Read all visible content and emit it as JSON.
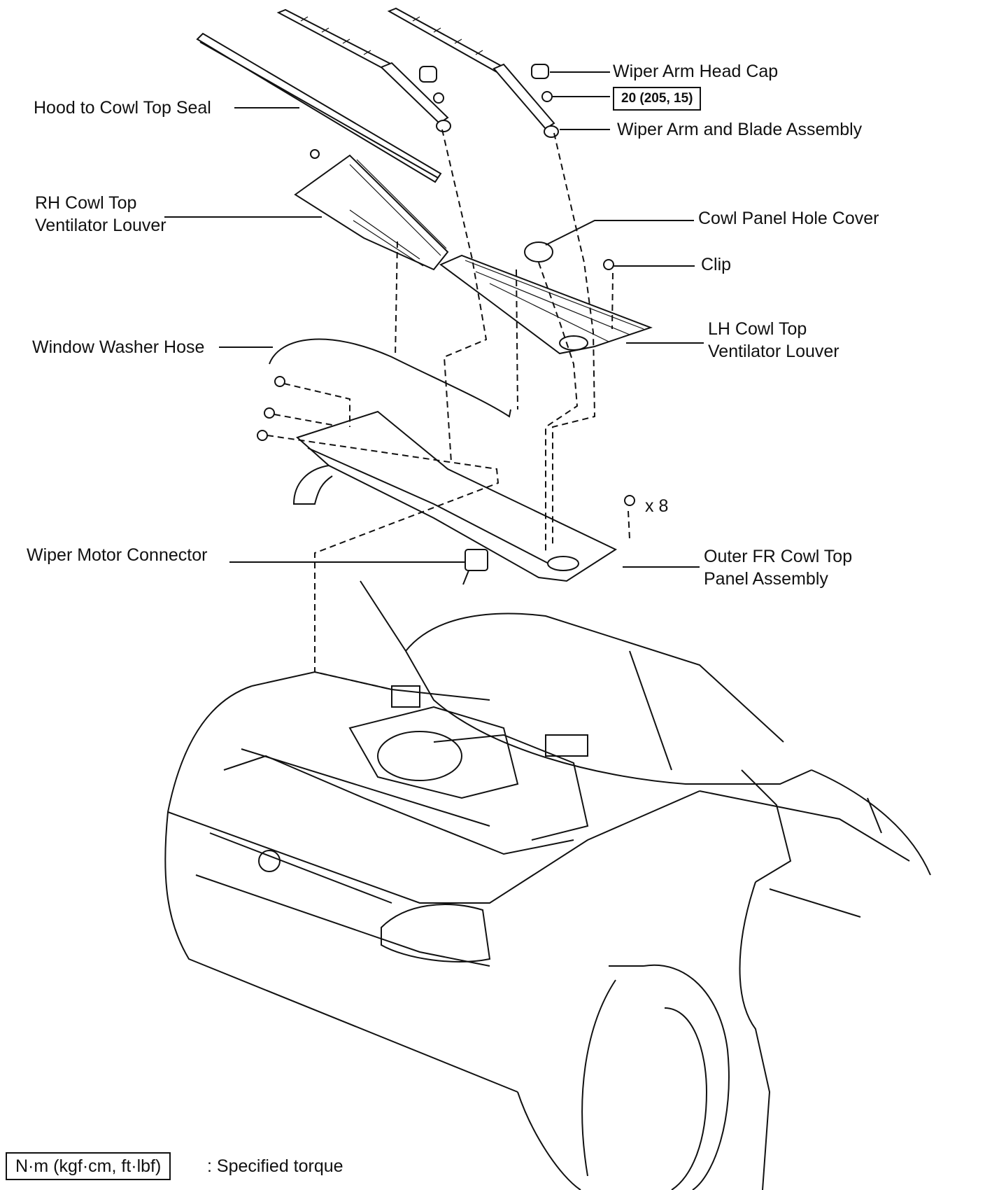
{
  "labels": {
    "wiper_arm_head_cap": "Wiper Arm Head Cap",
    "torque_spec": "20 (205, 15)",
    "hood_seal": "Hood to Cowl Top Seal",
    "wiper_arm_blade": "Wiper Arm and Blade Assembly",
    "rh_louver_line1": "RH Cowl Top",
    "rh_louver_line2": "Ventilator Louver",
    "hole_cover": "Cowl Panel Hole Cover",
    "clip": "Clip",
    "lh_louver_line1": "LH Cowl Top",
    "lh_louver_line2": "Ventilator Louver",
    "washer_hose": "Window Washer Hose",
    "clip_count": "x 8",
    "motor_connector": "Wiper Motor Connector",
    "outer_panel_line1": "Outer FR Cowl Top",
    "outer_panel_line2": "Panel Assembly"
  },
  "legend": {
    "units": "N·m (kgf·cm, ft·lbf)",
    "meaning": ": Specified torque"
  }
}
